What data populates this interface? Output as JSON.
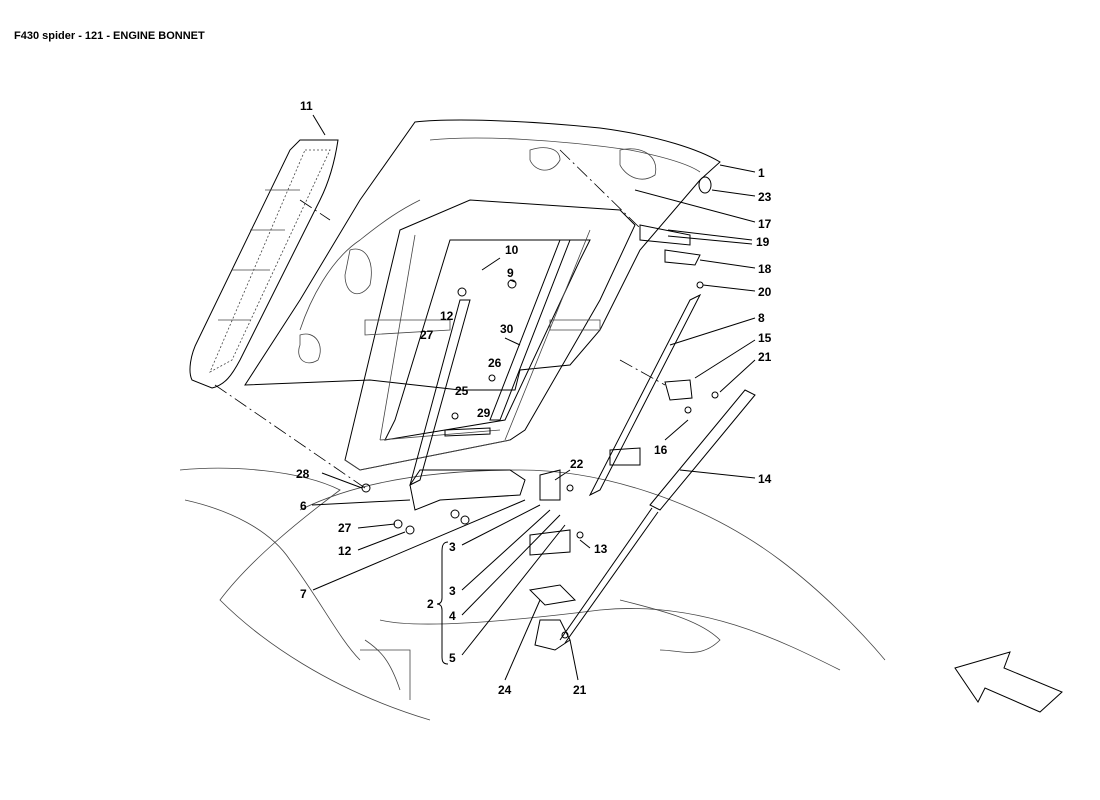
{
  "title": "F430 spider - 121 - ENGINE BONNET",
  "callouts": {
    "c1": "1",
    "c23": "23",
    "c17": "17",
    "c19": "19",
    "c18": "18",
    "c20": "20",
    "c8": "8",
    "c15": "15",
    "c21a": "21",
    "c16": "16",
    "c14": "14",
    "c11": "11",
    "c10": "10",
    "c9": "9",
    "c12a": "12",
    "c27a": "27",
    "c30": "30",
    "c26": "26",
    "c25": "25",
    "c29": "29",
    "c28": "28",
    "c6": "6",
    "c27b": "27",
    "c12b": "12",
    "c22": "22",
    "c13": "13",
    "c7": "7",
    "c3a": "3",
    "c3b": "3",
    "c2": "2",
    "c4": "4",
    "c5": "5",
    "c24": "24",
    "c21b": "21"
  }
}
